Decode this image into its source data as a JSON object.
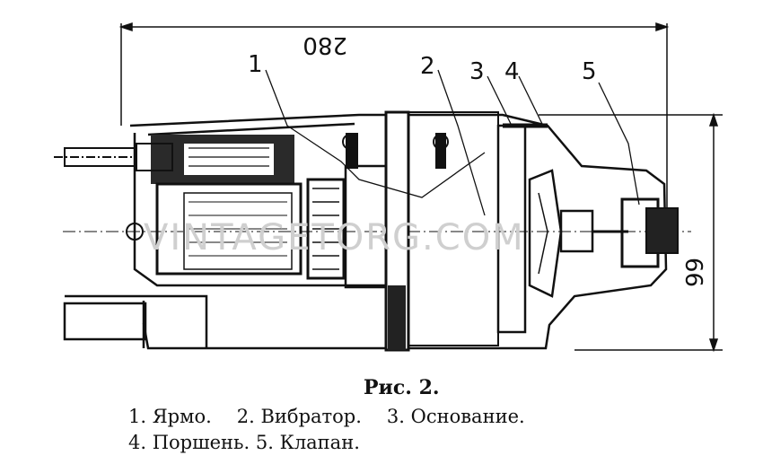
{
  "dimensions": {
    "length": "280",
    "height": "99"
  },
  "callouts": [
    "1",
    "2",
    "3",
    "4",
    "5"
  ],
  "watermark": "VINTAGETORG.COM",
  "caption": {
    "title": "Рис. 2.",
    "legend": [
      "1. Ярмо.",
      "2. Вибратор.",
      "3. Основание.",
      "4. Поршень.",
      "5. Клапан."
    ]
  },
  "colors": {
    "ink": "#111111",
    "watermark": "#cfcfcf",
    "background": "#ffffff"
  }
}
